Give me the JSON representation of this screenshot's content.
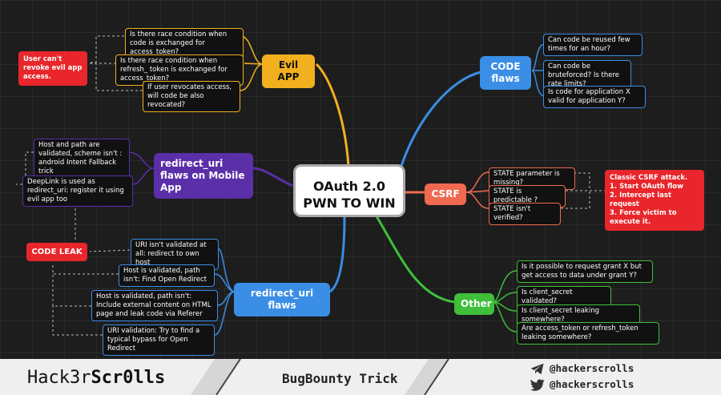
{
  "center": {
    "line1": "OAuth 2.0",
    "line2": "PWN TO WIN"
  },
  "evil_app": {
    "label": "Evil APP",
    "items": [
      "Is there race condition when code is exchanged for access_token?",
      "Is there race condition when refresh_ token is exchanged for access_token?",
      "If user revocates access, will code be also revocated?"
    ],
    "alert": "User can't revoke evil app access."
  },
  "redirect_mobile": {
    "label": "redirect_uri flaws on Mobile App",
    "items": [
      "Host and path are validated, scheme isn't : android Intent Fallback trick",
      "DeepLink is used as redirect_uri: register it using evil app too"
    ]
  },
  "redirect_uri": {
    "label": "redirect_uri flaws",
    "items": [
      "URI isn't validated at all: redirect to own host",
      "Host is validated, path isn't: Find Open Redirect",
      "Host is validated, path isn't: Include external content on HTML page and leak code via Referer",
      "URI validation: Try to find a typical bypass for Open Redirect"
    ]
  },
  "code_leak": "CODE LEAK",
  "code_flaws": {
    "label": "CODE flaws",
    "items": [
      "Can code be reused few times for an hour?",
      "Can code be bruteforced? Is there rate limits?",
      "Is code for application X valid for application Y?"
    ]
  },
  "csrf": {
    "label": "CSRF",
    "items": [
      "STATE parameter is missing?",
      "STATE is predictable ?",
      "STATE isn't verified?"
    ],
    "alert": [
      "Classic CSRF attack.",
      "1. Start OAuth flow",
      "2. Intercept last request",
      "3. Force victim to execute it."
    ]
  },
  "other": {
    "label": "Other",
    "items": [
      "Is it possible to request grant X but get access to data under grant Y?",
      "Is client_secret validated?",
      "Is client_secret leaking somewhere?",
      "Are access_token or refresh_token leaking somewhere?"
    ]
  },
  "footer": {
    "brand_regular": "Hack3r",
    "brand_bold": "Scr0lls",
    "trick": "BugBounty Trick",
    "social1": "@hackerscrolls",
    "social2": "@hackerscrolls"
  },
  "colors": {
    "orange": "#f2b01e",
    "blue": "#3a8ee6",
    "purple": "#5b2fa8",
    "red": "#e8262b",
    "salmon": "#ef6a50",
    "green": "#3fbf3a"
  }
}
